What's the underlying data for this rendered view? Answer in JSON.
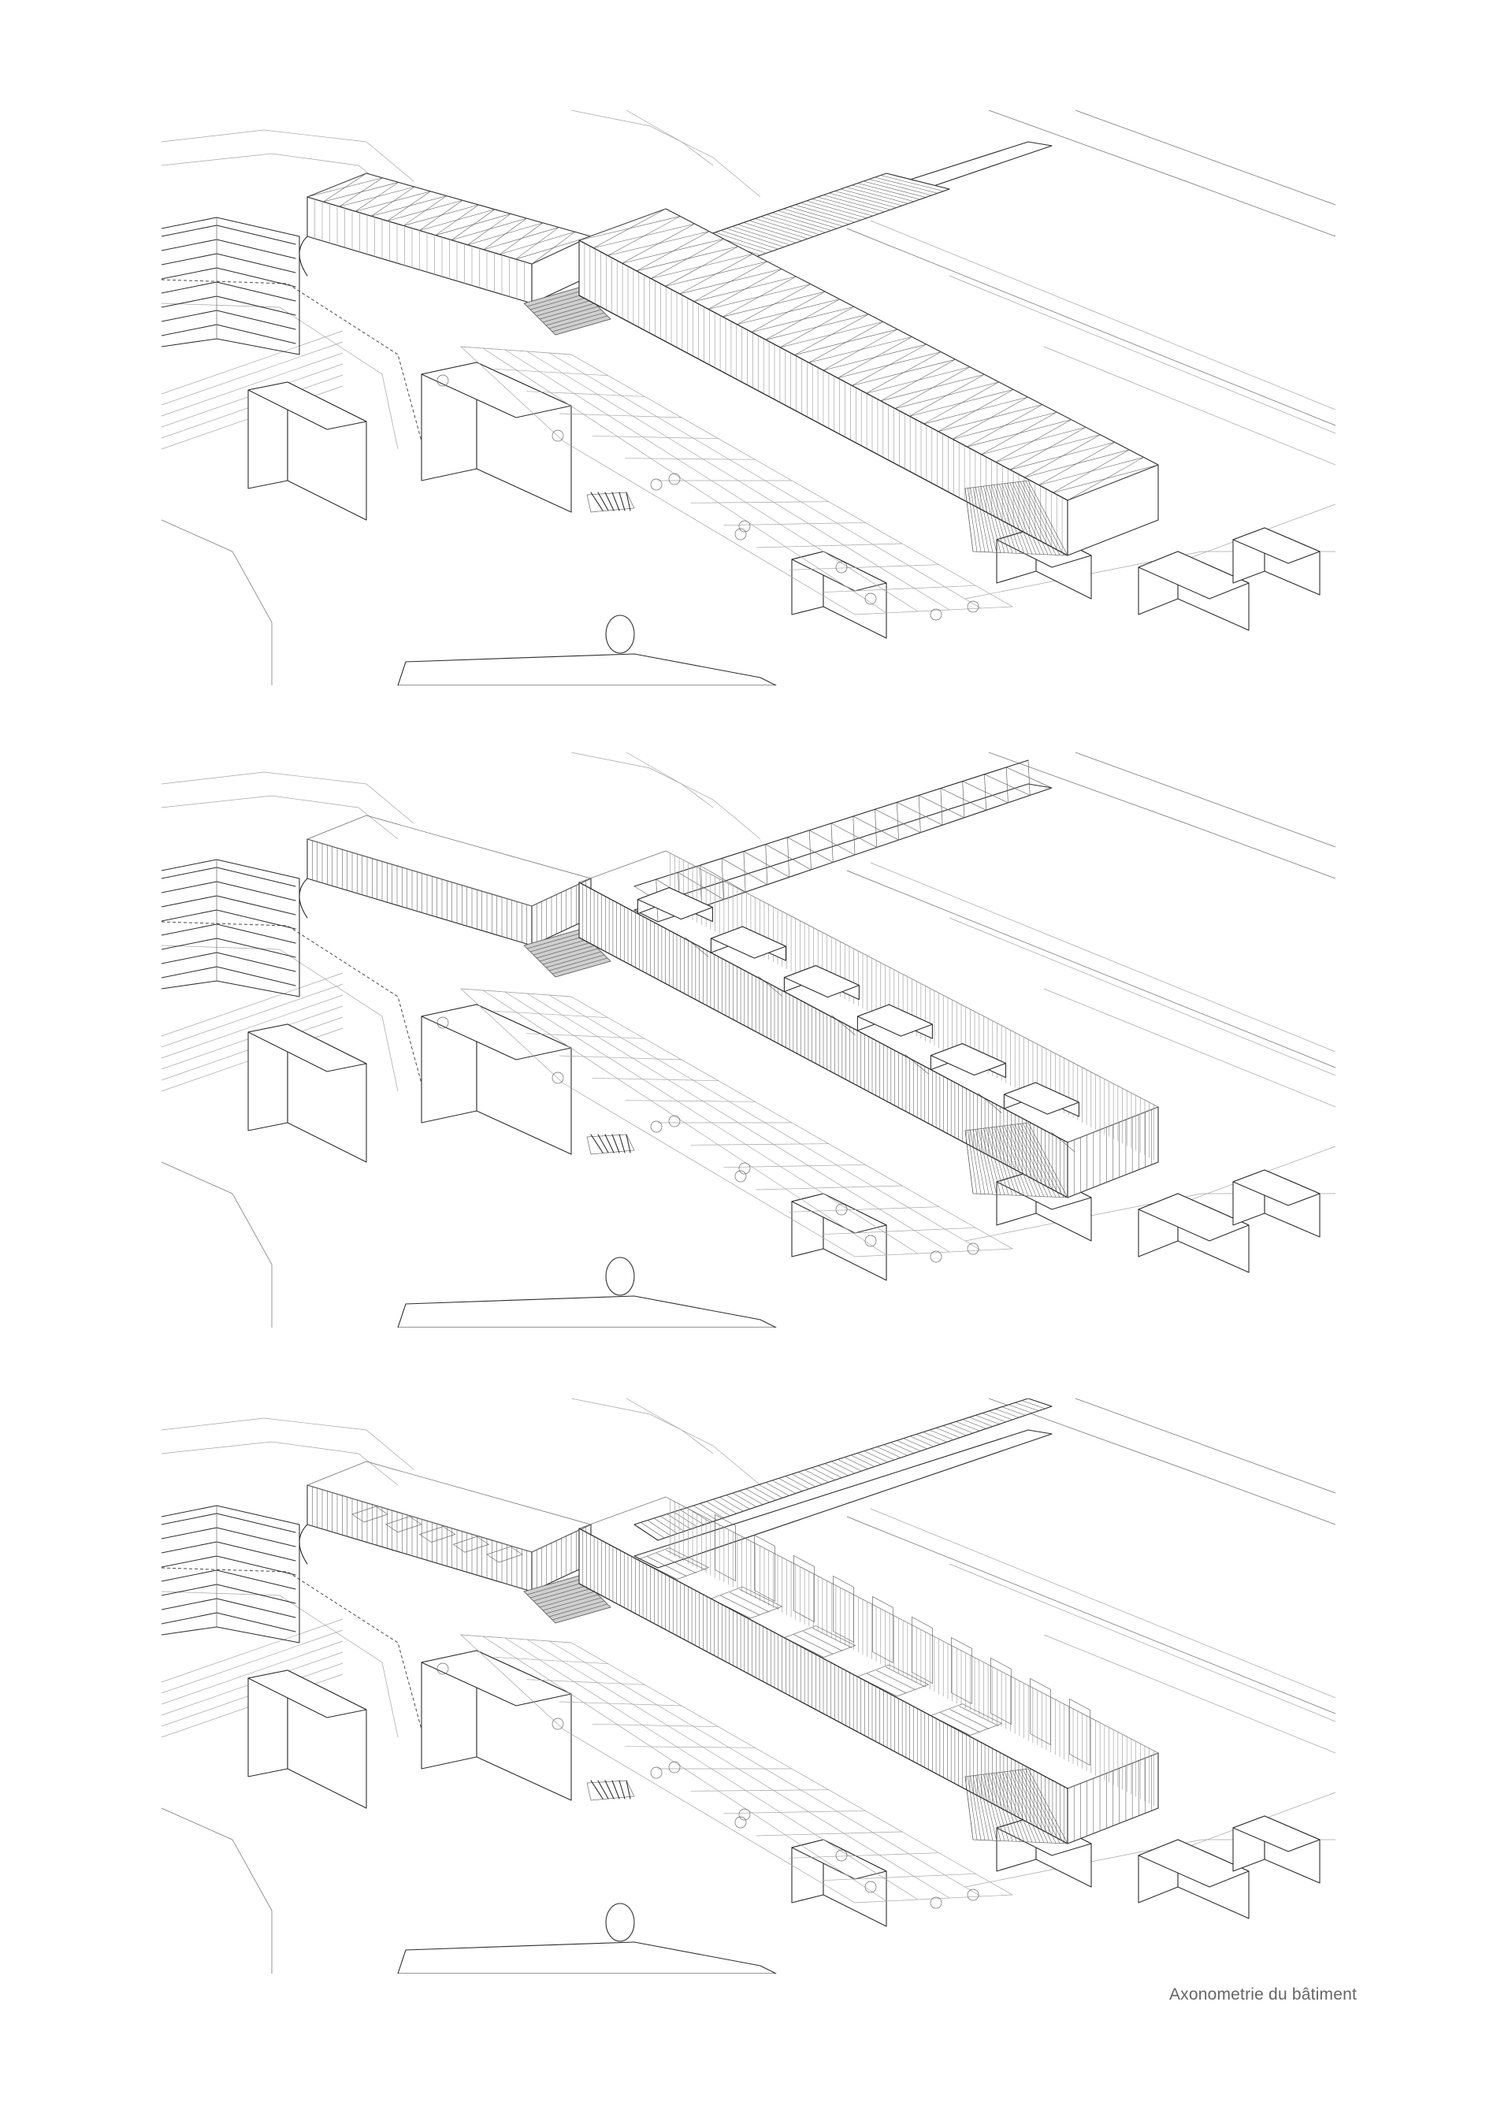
{
  "caption": "Axonometrie du bâtiment",
  "panels": [
    {
      "id": "roof",
      "layer": "roof"
    },
    {
      "id": "structure",
      "layer": "structure"
    },
    {
      "id": "interior",
      "layer": "interior"
    }
  ],
  "colors": {
    "line": "#2e2e2e",
    "caption": "#666666",
    "background": "#ffffff",
    "fill_grey": "#cfcfcf"
  }
}
